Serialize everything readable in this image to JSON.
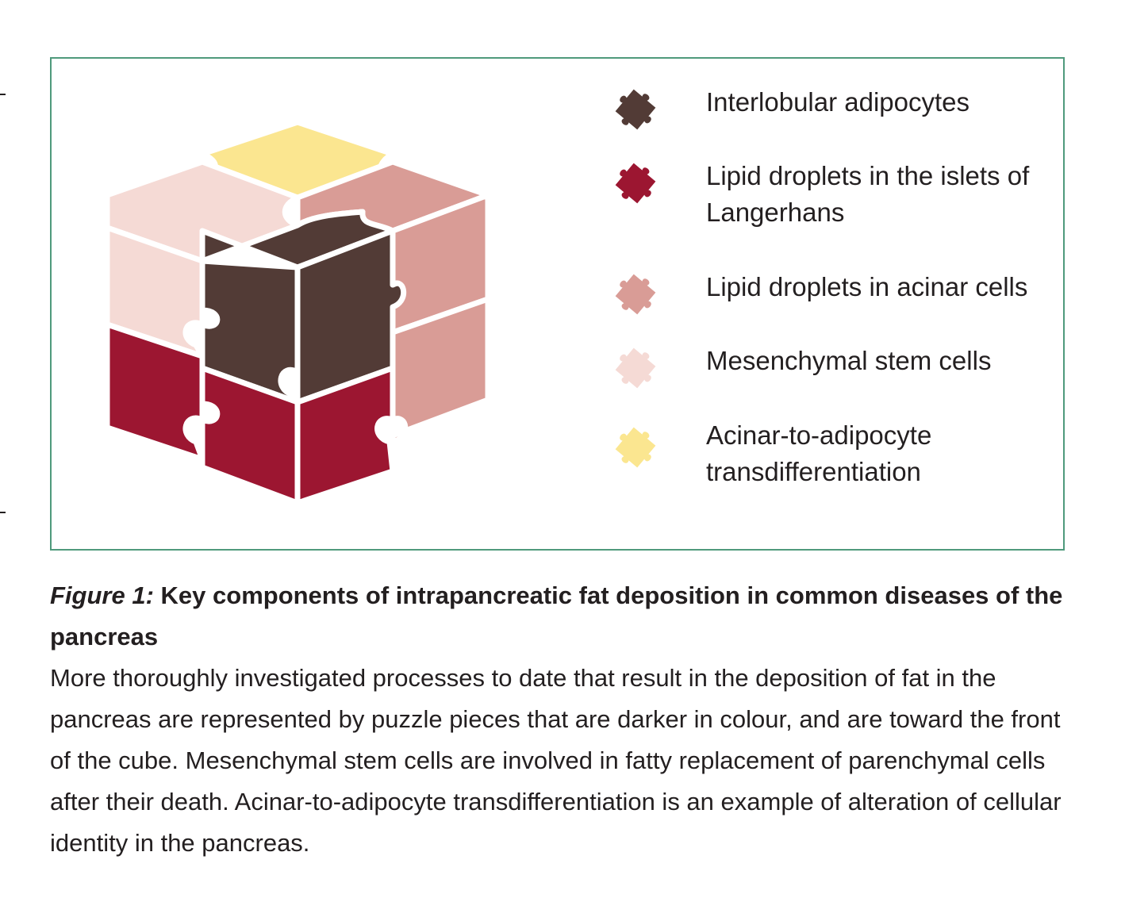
{
  "figure": {
    "palette": {
      "interlobular_adipocytes": "#523b36",
      "islet_lipid": "#9c1631",
      "acinar_lipid": "#d99c96",
      "mesenchymal": "#f5dad5",
      "transdifferentiation": "#fbe690",
      "frame": "#4f9a7c"
    },
    "legend": [
      {
        "label": "Interlobular adipocytes",
        "icon": "puzzle-piece-icon",
        "color": "#523b36"
      },
      {
        "label": "Lipid droplets in the islets of\nLangerhans",
        "icon": "puzzle-piece-icon",
        "color": "#9c1631"
      },
      {
        "label": "Lipid droplets in acinar cells",
        "icon": "puzzle-piece-icon",
        "color": "#d99c96"
      },
      {
        "label": "Mesenchymal stem cells",
        "icon": "puzzle-piece-icon",
        "color": "#f5dad5"
      },
      {
        "label": "Acinar-to-adipocyte\ntransdifferentiation",
        "icon": "puzzle-piece-icon",
        "color": "#fbe690"
      }
    ]
  },
  "caption": {
    "label": "Figure 1:",
    "title": "Key components of intrapancreatic fat deposition in common diseases of the pancreas",
    "body": "More thoroughly investigated processes to date that result in the deposition of fat in the pancreas are represented by puzzle pieces that are darker in colour, and are toward the front of the cube. Mesenchymal stem cells are involved in fatty replacement of parenchymal cells after their death. Acinar-to-adipocyte transdifferentiation is an example of alteration of cellular identity in the pancreas."
  }
}
